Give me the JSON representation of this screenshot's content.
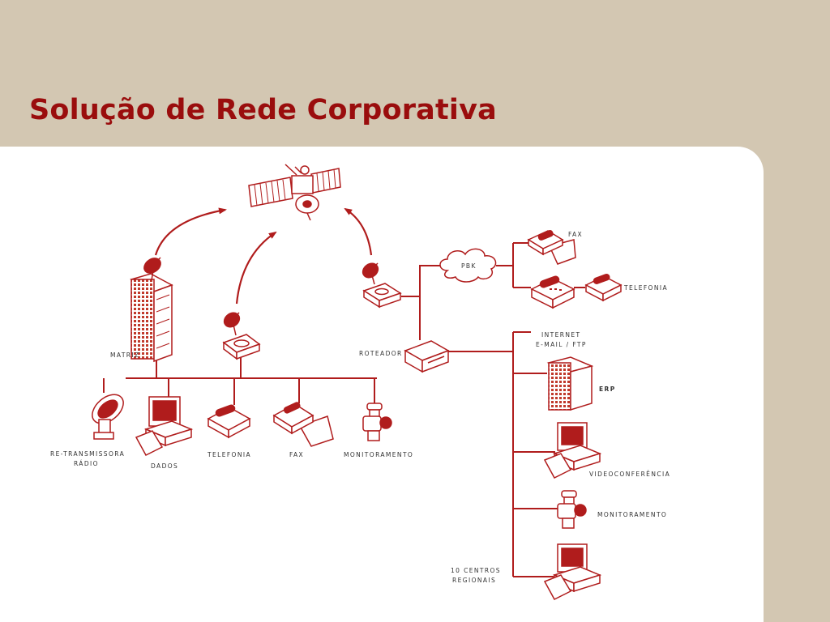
{
  "title": "Solução de Rede Corporativa",
  "colors": {
    "accent": "#b01c1c",
    "title": "#9a0d0d",
    "background": "#d3c7b2",
    "panel": "#ffffff"
  },
  "icons": [
    "satellite-icon",
    "satellite-dish-icon",
    "building-icon",
    "modem-icon",
    "router-icon",
    "computer-icon",
    "phone-icon",
    "fax-icon",
    "valve-icon",
    "cloud-icon"
  ],
  "labels": {
    "matriz": "MATRIZ",
    "roteador": "ROTEADOR",
    "pbk": "PBK",
    "fax_top": "FAX",
    "telefonia_top": "TELEFONIA",
    "internet_line1": "INTERNET",
    "internet_line2": "E-MAIL / FTP",
    "erp": "ERP",
    "videoconferencia": "VIDEOCONFERÊNCIA",
    "monitoramento_right": "MONITORAMENTO",
    "centros_line1": "10 CENTROS",
    "centros_line2": "REGIONAIS",
    "retransmissora_line1": "RE-TRANSMISSORA",
    "retransmissora_line2": "RÁDIO",
    "dados": "DADOS",
    "telefonia_bottom": "TELEFONIA",
    "fax_bottom": "FAX",
    "monitoramento_bottom": "MONITORAMENTO"
  }
}
